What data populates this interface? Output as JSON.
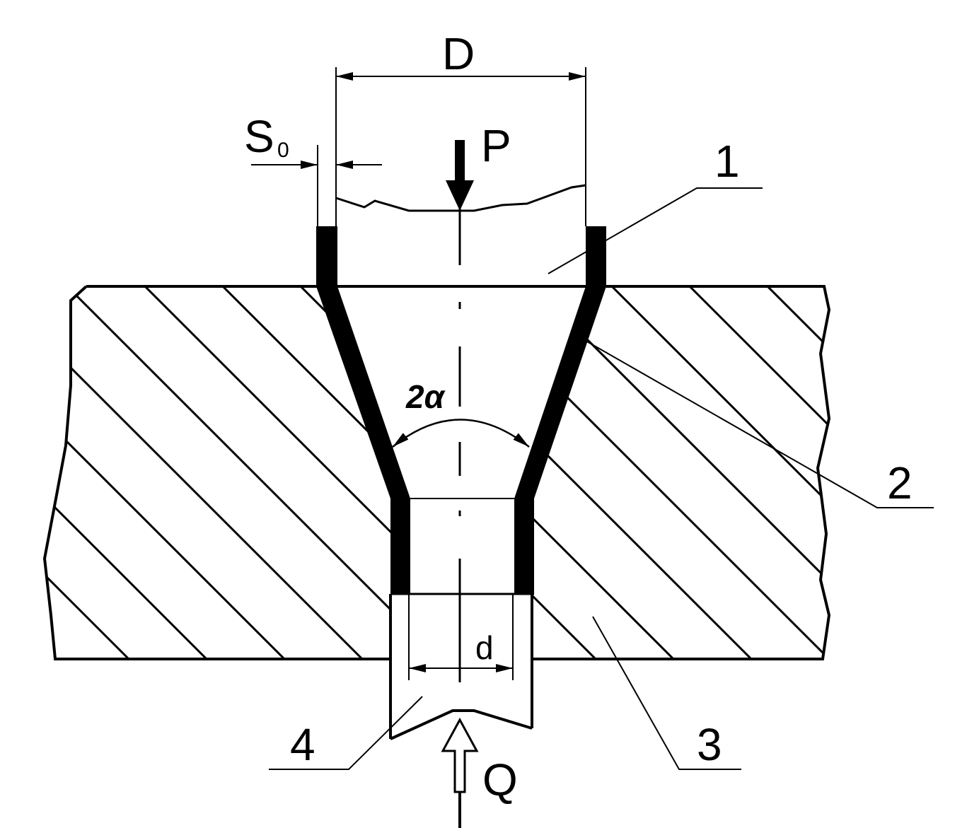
{
  "labels": {
    "D": "D",
    "S": "S",
    "S_sub": "0",
    "P": "P",
    "angle": "2α",
    "d": "d",
    "Q": "Q",
    "part1": "1",
    "part2": "2",
    "part3": "3",
    "part4": "4"
  },
  "colors": {
    "ink": "#000000",
    "paper": "#ffffff"
  }
}
